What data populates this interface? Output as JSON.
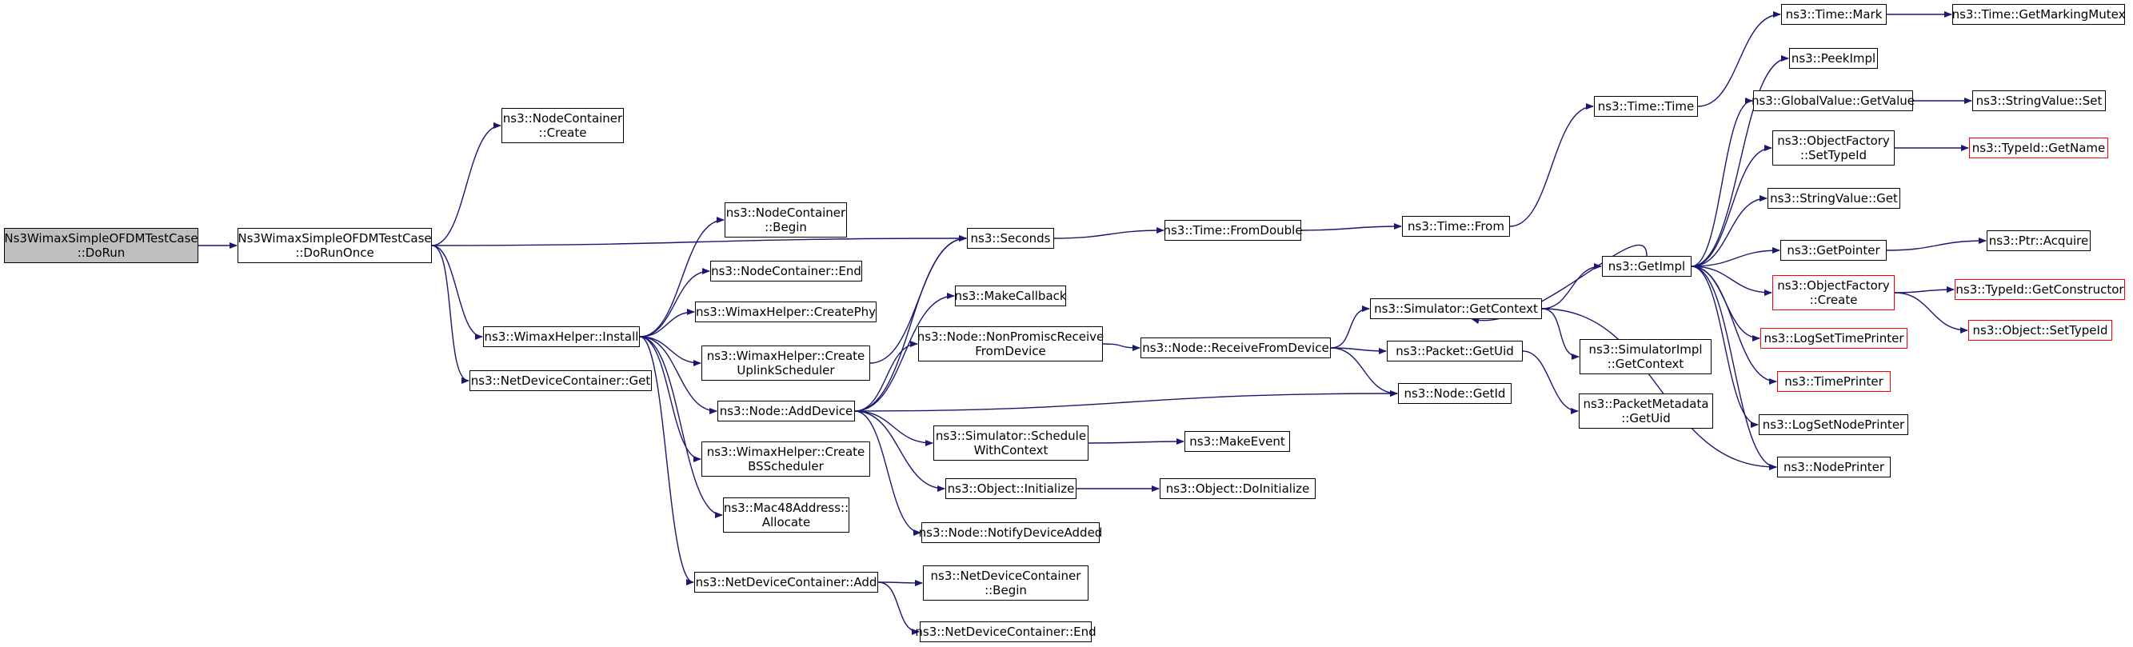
{
  "edge_color": "#191970",
  "nodes": [
    {
      "id": "root",
      "label": "Ns3WimaxSimpleOFDMTestCase\n::DoRun",
      "root": true
    },
    {
      "id": "doRunOnce",
      "label": "Ns3WimaxSimpleOFDMTestCase\n::DoRunOnce"
    },
    {
      "id": "nodeContainerCreate",
      "label": "ns3::NodeContainer\n::Create"
    },
    {
      "id": "seconds",
      "label": "ns3::Seconds"
    },
    {
      "id": "wimaxInstall",
      "label": "ns3::WimaxHelper::Install"
    },
    {
      "id": "netDevGet",
      "label": "ns3::NetDeviceContainer::Get"
    },
    {
      "id": "nodeContainerBegin",
      "label": "ns3::NodeContainer\n::Begin"
    },
    {
      "id": "nodeContainerEnd",
      "label": "ns3::NodeContainer::End"
    },
    {
      "id": "createPhy",
      "label": "ns3::WimaxHelper::CreatePhy"
    },
    {
      "id": "createUplink",
      "label": "ns3::WimaxHelper::Create\nUplinkScheduler"
    },
    {
      "id": "addDevice",
      "label": "ns3::Node::AddDevice"
    },
    {
      "id": "createBS",
      "label": "ns3::WimaxHelper::Create\nBSScheduler"
    },
    {
      "id": "macAllocate",
      "label": "ns3::Mac48Address::\nAllocate"
    },
    {
      "id": "netDevAdd",
      "label": "ns3::NetDeviceContainer::Add"
    },
    {
      "id": "makeCallback",
      "label": "ns3::MakeCallback"
    },
    {
      "id": "nonPromisc",
      "label": "ns3::Node::NonPromiscReceive\nFromDevice"
    },
    {
      "id": "schedWithCtx",
      "label": "ns3::Simulator::Schedule\nWithContext"
    },
    {
      "id": "objInit",
      "label": "ns3::Object::Initialize"
    },
    {
      "id": "notifyAdded",
      "label": "ns3::Node::NotifyDeviceAdded"
    },
    {
      "id": "netDevBegin",
      "label": "ns3::NetDeviceContainer\n::Begin"
    },
    {
      "id": "netDevEnd",
      "label": "ns3::NetDeviceContainer::End"
    },
    {
      "id": "fromDouble",
      "label": "ns3::Time::FromDouble"
    },
    {
      "id": "receiveFromDevice",
      "label": "ns3::Node::ReceiveFromDevice"
    },
    {
      "id": "makeEvent",
      "label": "ns3::MakeEvent"
    },
    {
      "id": "doInitialize",
      "label": "ns3::Object::DoInitialize"
    },
    {
      "id": "timeFrom",
      "label": "ns3::Time::From"
    },
    {
      "id": "getContext",
      "label": "ns3::Simulator::GetContext"
    },
    {
      "id": "packetGetUid",
      "label": "ns3::Packet::GetUid"
    },
    {
      "id": "nodeGetId",
      "label": "ns3::Node::GetId"
    },
    {
      "id": "timeTime",
      "label": "ns3::Time::Time"
    },
    {
      "id": "getImpl",
      "label": "ns3::GetImpl"
    },
    {
      "id": "simImplGetContext",
      "label": "ns3::SimulatorImpl\n::GetContext"
    },
    {
      "id": "pktMetaGetUid",
      "label": "ns3::PacketMetadata\n::GetUid"
    },
    {
      "id": "timeMark",
      "label": "ns3::Time::Mark"
    },
    {
      "id": "peekImpl",
      "label": "ns3::PeekImpl"
    },
    {
      "id": "globalGetValue",
      "label": "ns3::GlobalValue::GetValue"
    },
    {
      "id": "objFactSetTypeId",
      "label": "ns3::ObjectFactory\n::SetTypeId"
    },
    {
      "id": "stringValueGet",
      "label": "ns3::StringValue::Get"
    },
    {
      "id": "getPointer",
      "label": "ns3::GetPointer"
    },
    {
      "id": "objFactCreate",
      "label": "ns3::ObjectFactory\n::Create",
      "red": true
    },
    {
      "id": "logSetTimePrinter",
      "label": "ns3::LogSetTimePrinter",
      "red": true
    },
    {
      "id": "timePrinter",
      "label": "ns3::TimePrinter",
      "red": true
    },
    {
      "id": "logSetNodePrinter",
      "label": "ns3::LogSetNodePrinter"
    },
    {
      "id": "nodePrinter",
      "label": "ns3::NodePrinter"
    },
    {
      "id": "getMarkingMutex",
      "label": "ns3::Time::GetMarkingMutex"
    },
    {
      "id": "stringValueSet",
      "label": "ns3::StringValue::Set"
    },
    {
      "id": "typeIdGetName",
      "label": "ns3::TypeId::GetName",
      "red": true
    },
    {
      "id": "ptrAcquire",
      "label": "ns3::Ptr::Acquire"
    },
    {
      "id": "typeIdGetCtor",
      "label": "ns3::TypeId::GetConstructor",
      "red": true
    },
    {
      "id": "objSetTypeId",
      "label": "ns3::Object::SetTypeId",
      "red": true
    }
  ],
  "edges": [
    [
      "root",
      "doRunOnce"
    ],
    [
      "doRunOnce",
      "nodeContainerCreate"
    ],
    [
      "doRunOnce",
      "seconds"
    ],
    [
      "doRunOnce",
      "wimaxInstall"
    ],
    [
      "doRunOnce",
      "netDevGet"
    ],
    [
      "wimaxInstall",
      "nodeContainerBegin"
    ],
    [
      "wimaxInstall",
      "nodeContainerEnd"
    ],
    [
      "wimaxInstall",
      "createPhy"
    ],
    [
      "wimaxInstall",
      "createUplink"
    ],
    [
      "wimaxInstall",
      "addDevice"
    ],
    [
      "wimaxInstall",
      "createBS"
    ],
    [
      "wimaxInstall",
      "macAllocate"
    ],
    [
      "wimaxInstall",
      "netDevAdd"
    ],
    [
      "createUplink",
      "seconds"
    ],
    [
      "addDevice",
      "seconds"
    ],
    [
      "addDevice",
      "makeCallback"
    ],
    [
      "addDevice",
      "nonPromisc"
    ],
    [
      "addDevice",
      "nodeGetId"
    ],
    [
      "addDevice",
      "schedWithCtx"
    ],
    [
      "addDevice",
      "objInit"
    ],
    [
      "addDevice",
      "notifyAdded"
    ],
    [
      "netDevAdd",
      "netDevBegin"
    ],
    [
      "netDevAdd",
      "netDevEnd"
    ],
    [
      "seconds",
      "fromDouble"
    ],
    [
      "fromDouble",
      "timeFrom"
    ],
    [
      "timeFrom",
      "timeTime"
    ],
    [
      "timeTime",
      "timeMark"
    ],
    [
      "timeMark",
      "getMarkingMutex"
    ],
    [
      "nonPromisc",
      "receiveFromDevice"
    ],
    [
      "receiveFromDevice",
      "getContext"
    ],
    [
      "receiveFromDevice",
      "packetGetUid"
    ],
    [
      "receiveFromDevice",
      "nodeGetId"
    ],
    [
      "getContext",
      "getImpl"
    ],
    [
      "getContext",
      "simImplGetContext"
    ],
    [
      "packetGetUid",
      "pktMetaGetUid"
    ],
    [
      "schedWithCtx",
      "makeEvent"
    ],
    [
      "objInit",
      "doInitialize"
    ],
    [
      "getImpl",
      "peekImpl"
    ],
    [
      "getImpl",
      "globalGetValue"
    ],
    [
      "getImpl",
      "objFactSetTypeId"
    ],
    [
      "getImpl",
      "stringValueGet"
    ],
    [
      "getImpl",
      "getPointer"
    ],
    [
      "getImpl",
      "objFactCreate"
    ],
    [
      "getImpl",
      "logSetTimePrinter"
    ],
    [
      "getImpl",
      "timePrinter"
    ],
    [
      "getImpl",
      "logSetNodePrinter"
    ],
    [
      "getImpl",
      "nodePrinter"
    ],
    [
      "getImpl",
      "getContext"
    ],
    [
      "getContext",
      "nodePrinter"
    ],
    [
      "globalGetValue",
      "stringValueSet"
    ],
    [
      "objFactSetTypeId",
      "typeIdGetName"
    ],
    [
      "getPointer",
      "ptrAcquire"
    ],
    [
      "objFactCreate",
      "typeIdGetCtor"
    ],
    [
      "objFactCreate",
      "objSetTypeId"
    ]
  ]
}
